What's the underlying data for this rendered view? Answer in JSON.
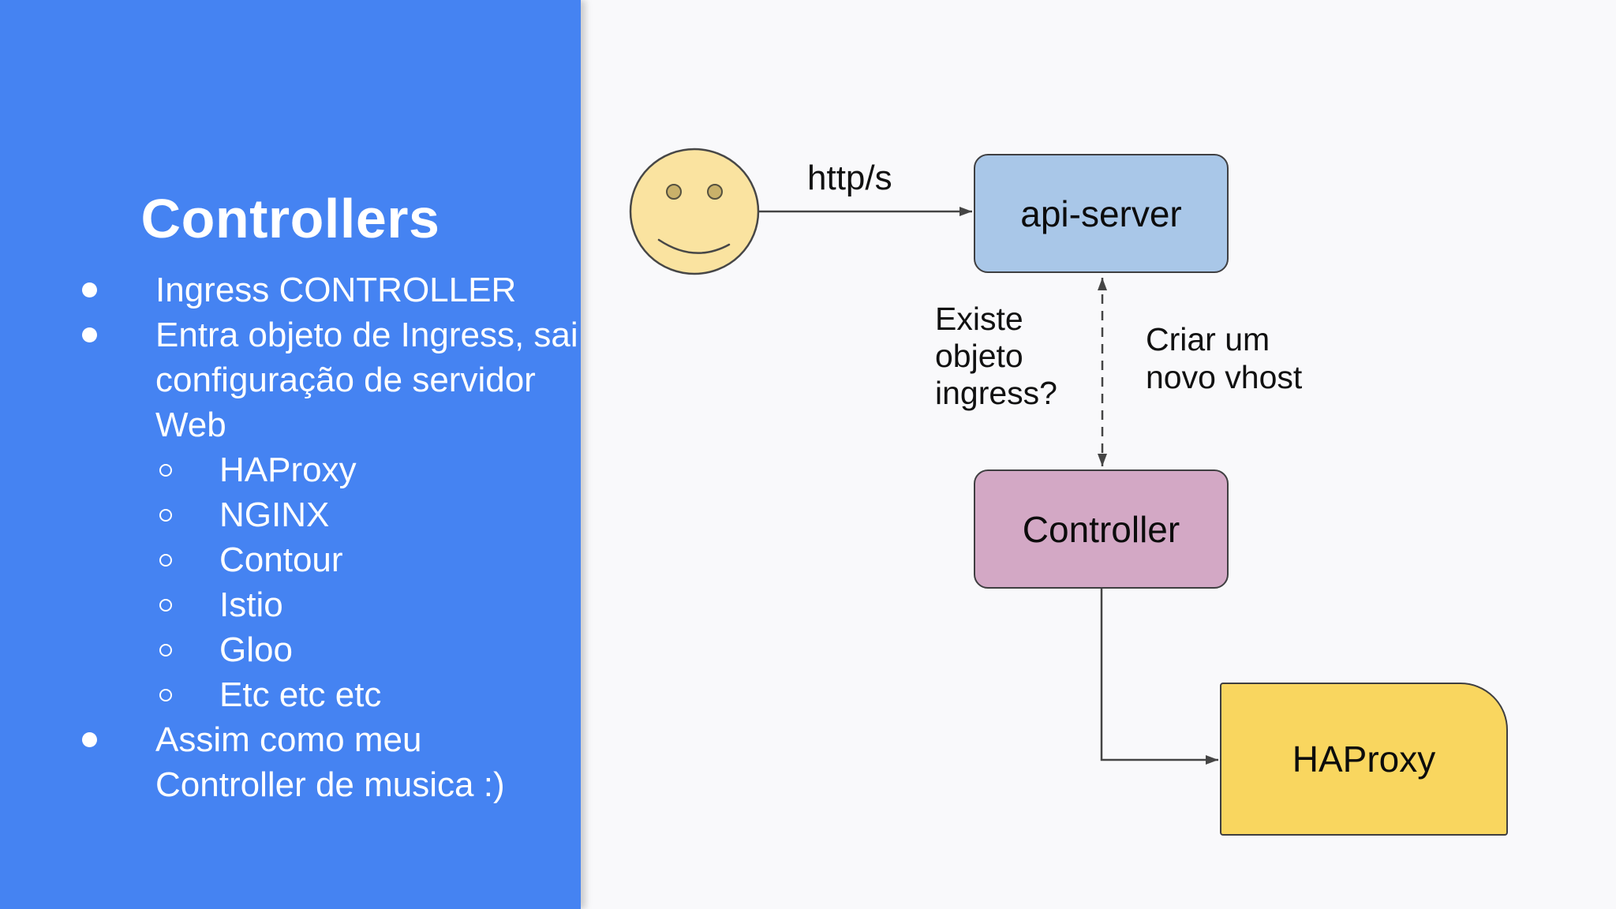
{
  "slide": {
    "title": "Controllers",
    "panel_color": "#4583F2",
    "background_color": "#F9F9FB",
    "bullets": [
      {
        "level": 1,
        "lines": [
          "Ingress CONTROLLER"
        ]
      },
      {
        "level": 1,
        "lines": [
          "Entra objeto de Ingress, sai",
          "configuração de servidor",
          "Web"
        ]
      },
      {
        "level": 2,
        "lines": [
          "HAProxy"
        ]
      },
      {
        "level": 2,
        "lines": [
          "NGINX"
        ]
      },
      {
        "level": 2,
        "lines": [
          "Contour"
        ]
      },
      {
        "level": 2,
        "lines": [
          "Istio"
        ]
      },
      {
        "level": 2,
        "lines": [
          "Gloo"
        ]
      },
      {
        "level": 2,
        "lines": [
          "Etc etc etc"
        ]
      },
      {
        "level": 1,
        "lines": [
          "Assim como meu",
          "Controller de musica :)"
        ]
      }
    ]
  },
  "diagram": {
    "actor": "smiley-face",
    "stroke_color": "#454545",
    "nodes": {
      "api_server": {
        "label": "api-server",
        "fill": "#A9C7E8"
      },
      "controller": {
        "label": "Controller",
        "fill": "#D3A8C5"
      },
      "haproxy": {
        "label": "HAProxy",
        "fill": "#F9D65F"
      }
    },
    "labels": {
      "http": "http/s",
      "existe": "Existe\nobjeto\ningress?",
      "criar": "Criar um\nnovo vhost"
    },
    "face_colors": {
      "skin": "#FAE3A0",
      "eyes": "#C9B16A",
      "outline": "#474747"
    }
  }
}
